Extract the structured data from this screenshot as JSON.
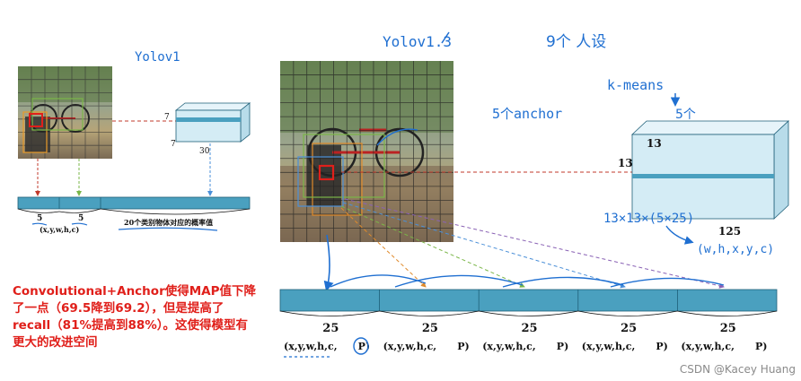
{
  "handwritten": {
    "v1_title": "Yolov1",
    "v2_title": "Yolov1.3",
    "nine_anchor_note": "9个 人设",
    "five_anchor_note": "5个anchor",
    "kmeans_note": "k-means",
    "kmeans_five": "5个",
    "v2_formula": "13×13×(5×25)",
    "tuple_note": "(w,h,x,y,c)"
  },
  "v1": {
    "cube_dim_top": "7",
    "cube_dim_side": "7",
    "cube_dim_depth": "30",
    "seg_label_1": "5",
    "seg_label_2": "5",
    "tuple_label": "(x,y,w,h,c)",
    "class_label": "20个类别物体对应的概率值"
  },
  "v2": {
    "cube_dim_top": "13",
    "cube_dim_side": "13",
    "cube_dim_depth": "125",
    "segments": [
      {
        "num": "25",
        "tuple": "(x,y,w,h,c,",
        "p": "P)"
      },
      {
        "num": "25",
        "tuple": "(x,y,w,h,c,",
        "p": "P)"
      },
      {
        "num": "25",
        "tuple": "(x,y,w,h,c,",
        "p": "P)"
      },
      {
        "num": "25",
        "tuple": "(x,y,w,h,c,",
        "p": "P)"
      },
      {
        "num": "25",
        "tuple": "(x,y,w,h,c,",
        "p": "P)"
      }
    ]
  },
  "note": "Convolutional+Anchor使得MAP值下降了一点（69.5降到69.2），但是提高了recall（81%提高到88%）。这使得模型有更大的改进空间",
  "watermark": "CSDN @Kacey Huang",
  "colors": {
    "bar_fill": "#4aa0bf",
    "bar_stroke": "#1e5f78",
    "cube_face": "#d4ecf5",
    "cube_side": "#b8dcea",
    "cube_top": "#e6f4fa",
    "handwriting": "#1f6fd1",
    "note_red": "#e0201b",
    "dash_red": "#c0392b",
    "dash_green": "#7ab648",
    "dash_blue": "#4a8fd8",
    "dash_orange": "#e08a2a",
    "dash_purple": "#8a62b5"
  }
}
